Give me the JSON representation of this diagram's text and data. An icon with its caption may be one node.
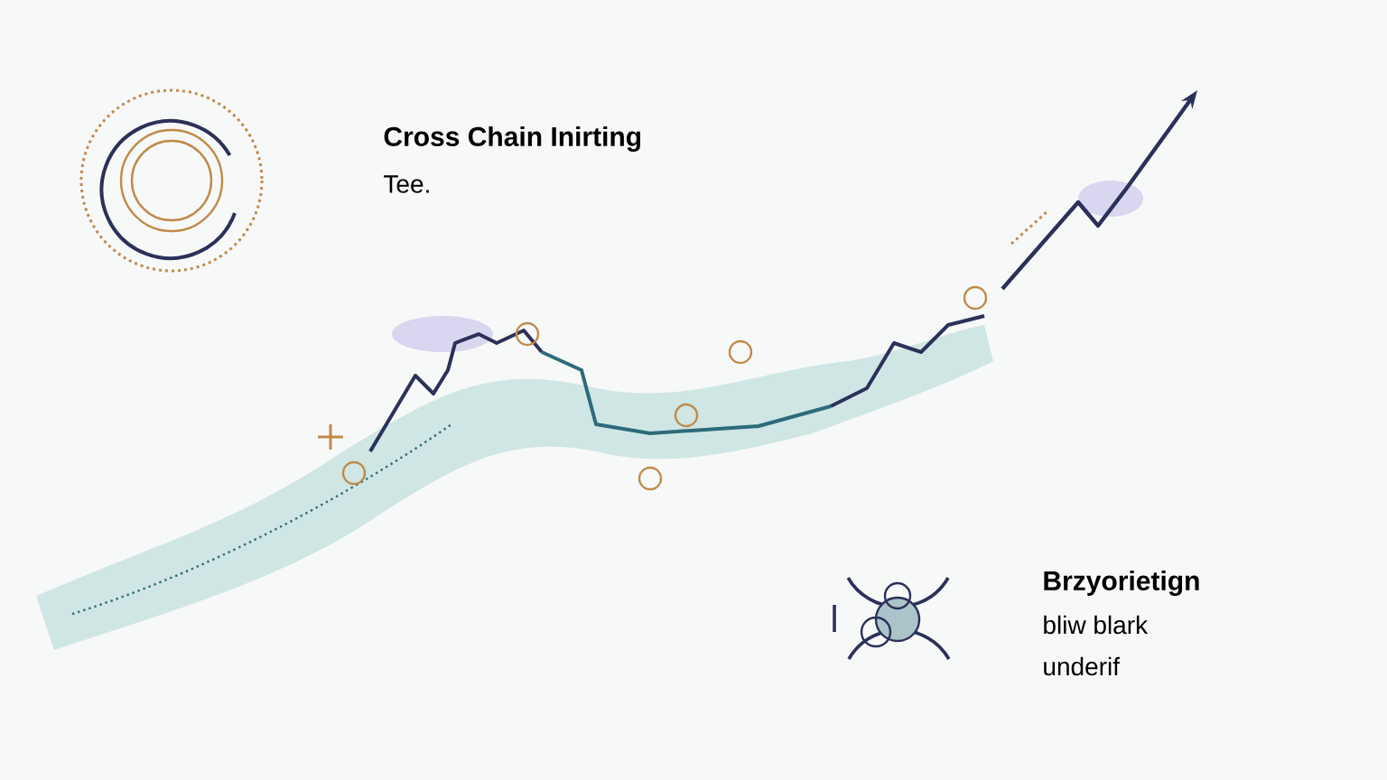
{
  "diagram": {
    "labels": [
      "Cross Chain Inirting",
      "Tee.",
      "Brzyorietign",
      "bliw blark",
      "underif"
    ]
  }
}
